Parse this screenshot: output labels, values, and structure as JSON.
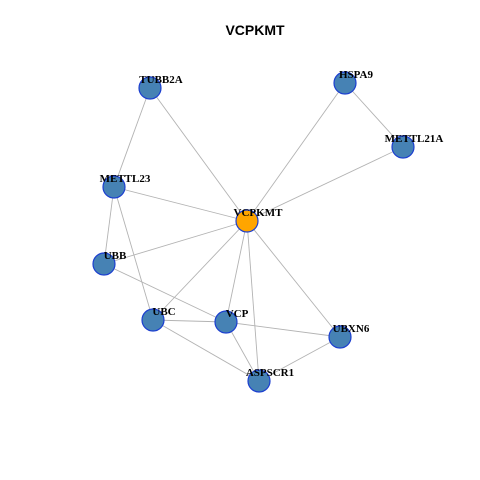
{
  "title": "VCPKMT",
  "colors": {
    "background": "#ffffff",
    "edge": "#b3b3b3",
    "node_fill": "#4682b4",
    "node_border": "#1c3fd0",
    "center_fill": "#ffa500",
    "label": "#000000"
  },
  "nodes": [
    {
      "id": "TUBB2A",
      "label": "TUBB2A",
      "center": false
    },
    {
      "id": "HSPA9",
      "label": "HSPA9",
      "center": false
    },
    {
      "id": "METTL21A",
      "label": "METTL21A",
      "center": false
    },
    {
      "id": "METTL23",
      "label": "METTL23",
      "center": false
    },
    {
      "id": "VCPKMT",
      "label": "VCPKMT",
      "center": true
    },
    {
      "id": "UBB",
      "label": "UBB",
      "center": false
    },
    {
      "id": "UBC",
      "label": "UBC",
      "center": false
    },
    {
      "id": "VCP",
      "label": "VCP",
      "center": false
    },
    {
      "id": "UBXN6",
      "label": "UBXN6",
      "center": false
    },
    {
      "id": "ASPSCR1",
      "label": "ASPSCR1",
      "center": false
    }
  ],
  "edges": [
    [
      "TUBB2A",
      "METTL23"
    ],
    [
      "TUBB2A",
      "VCPKMT"
    ],
    [
      "HSPA9",
      "METTL21A"
    ],
    [
      "HSPA9",
      "VCPKMT"
    ],
    [
      "METTL21A",
      "VCPKMT"
    ],
    [
      "METTL23",
      "VCPKMT"
    ],
    [
      "METTL23",
      "UBB"
    ],
    [
      "METTL23",
      "UBC"
    ],
    [
      "VCPKMT",
      "UBB"
    ],
    [
      "VCPKMT",
      "UBC"
    ],
    [
      "VCPKMT",
      "VCP"
    ],
    [
      "VCPKMT",
      "UBXN6"
    ],
    [
      "VCPKMT",
      "ASPSCR1"
    ],
    [
      "UBB",
      "VCP"
    ],
    [
      "UBC",
      "VCP"
    ],
    [
      "UBC",
      "ASPSCR1"
    ],
    [
      "VCP",
      "UBXN6"
    ],
    [
      "VCP",
      "ASPSCR1"
    ],
    [
      "UBXN6",
      "ASPSCR1"
    ]
  ]
}
